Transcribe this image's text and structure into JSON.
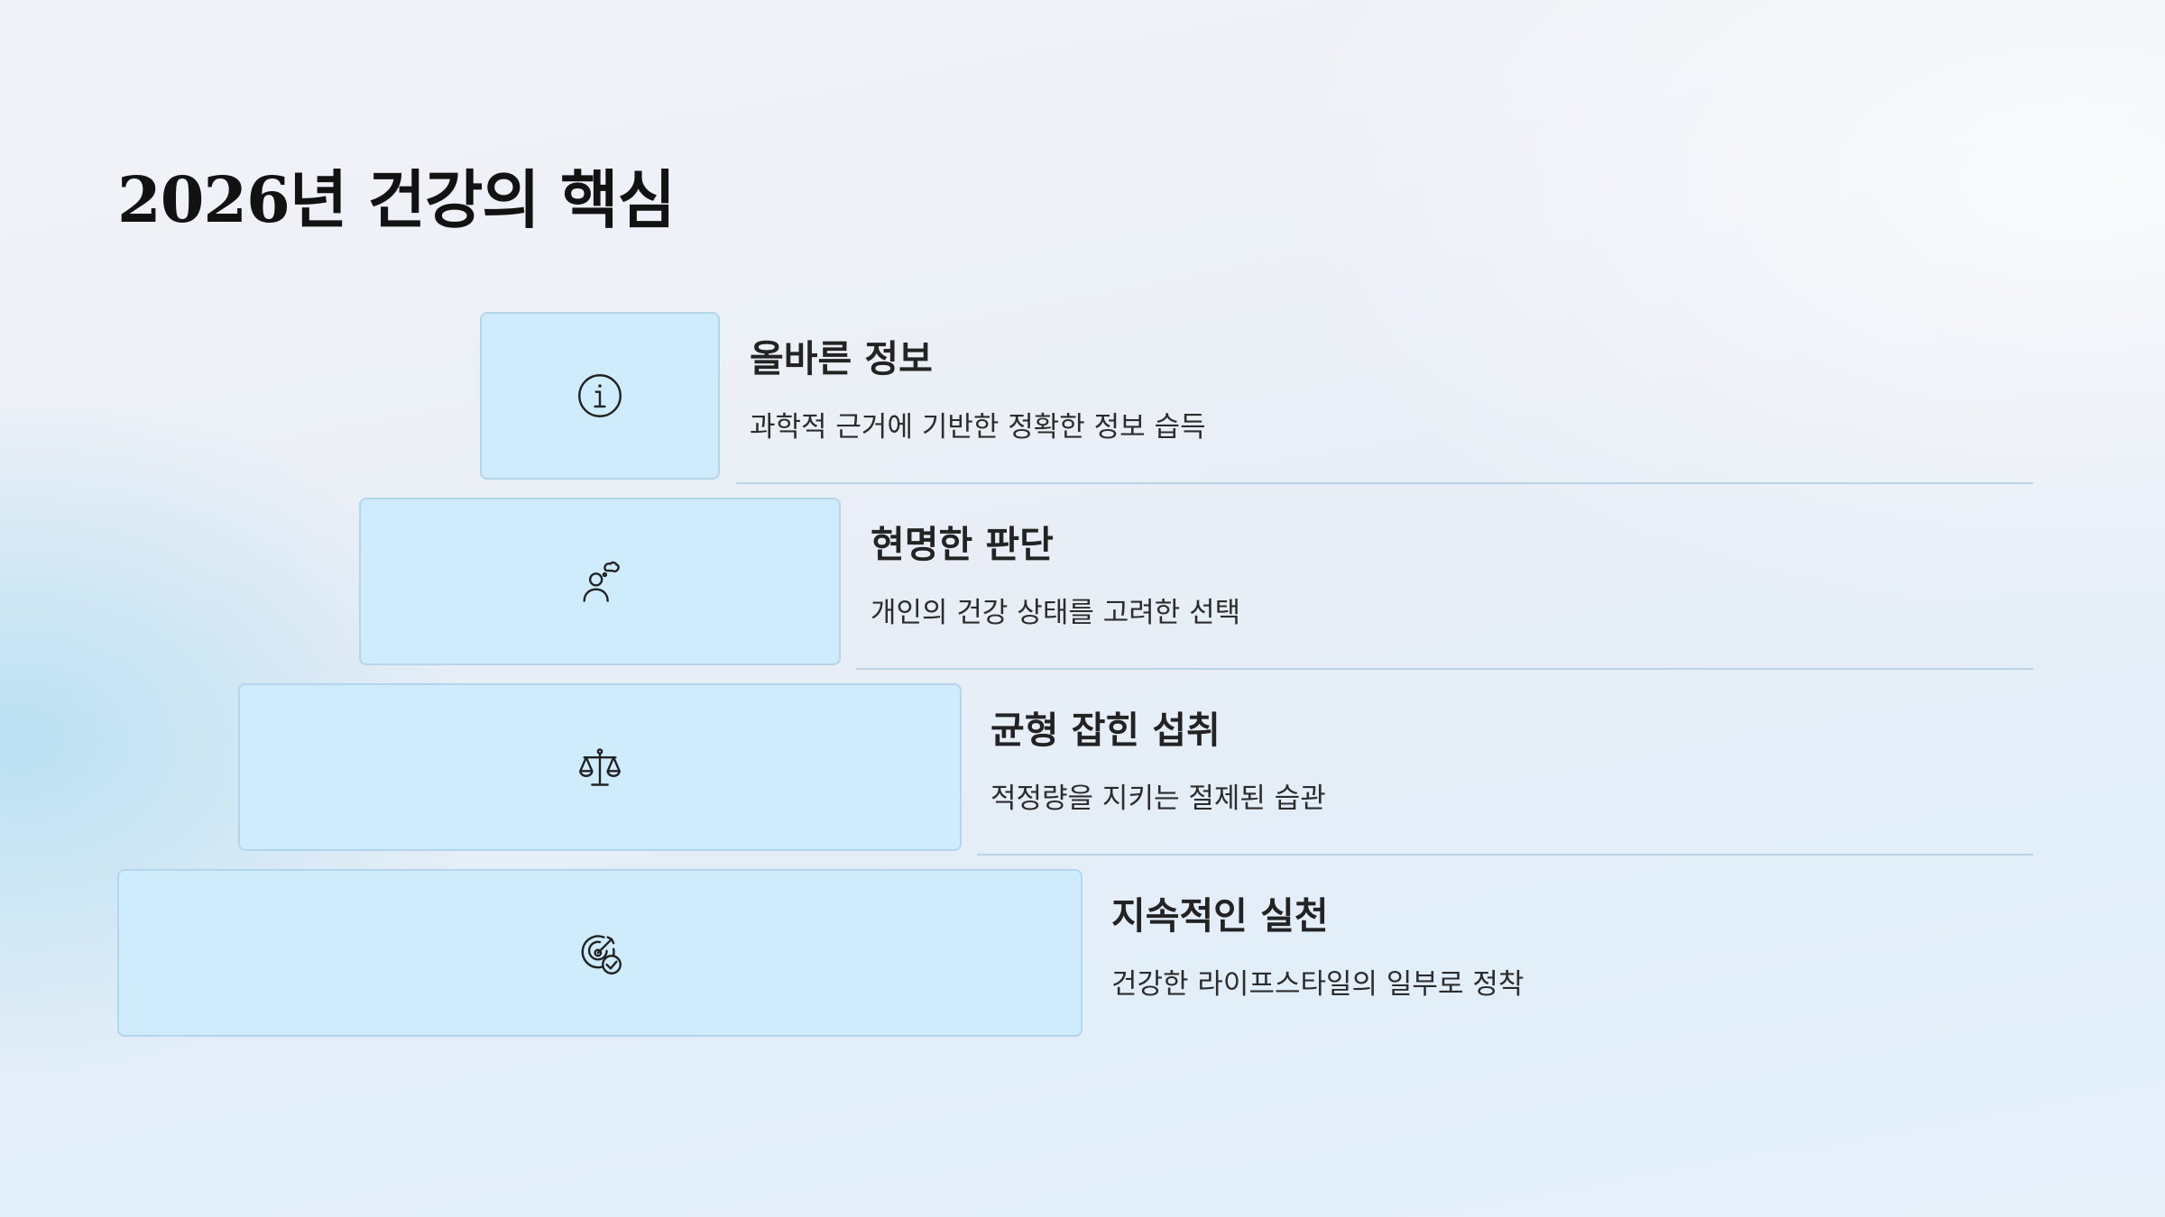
{
  "title": "2026년 건강의 핵심",
  "steps": [
    {
      "icon": "info-icon",
      "title": "올바른 정보",
      "description": "과학적 근거에 기반한 정확한 정보 습득"
    },
    {
      "icon": "person-thinking-icon",
      "title": "현명한 판단",
      "description": "개인의 건강 상태를 고려한 선택"
    },
    {
      "icon": "balance-scale-icon",
      "title": "균형 잡힌 섭취",
      "description": "적정량을 지키는 절제된 습관"
    },
    {
      "icon": "target-check-icon",
      "title": "지속적인 실천",
      "description": "건강한 라이프스타일의 일부로 정착"
    }
  ],
  "colors": {
    "box_fill": "#cfecfc",
    "box_border": "#b3d6ec",
    "divider": "#bcd3e4",
    "title_text": "#121212",
    "body_text": "#2c2c2c"
  }
}
